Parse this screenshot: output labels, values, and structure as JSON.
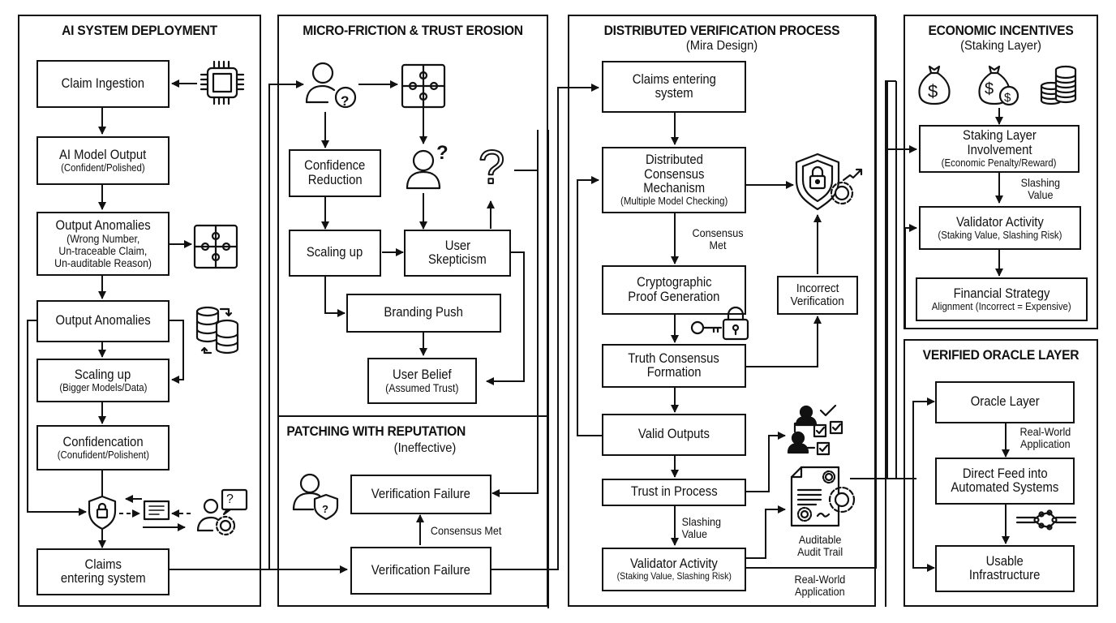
{
  "panels": {
    "ai_deployment": {
      "title": "AI SYSTEM DEPLOYMENT",
      "boxes": {
        "claim_ingestion": {
          "title": "Claim Ingestion"
        },
        "model_output": {
          "title": "AI Model Output",
          "sub": "(Confident/Polished)"
        },
        "anomalies_detail": {
          "title": "Output Anomalies",
          "sub_lines": [
            "(Wrong Number,",
            "Un-traceable Claim,",
            "Un-auditable Reason)"
          ]
        },
        "anomalies": {
          "title": "Output Anomalies"
        },
        "scaling": {
          "title": "Scaling up",
          "sub": "(Bigger Models/Data)"
        },
        "confidencation": {
          "title": "Confidencation",
          "sub": "(Conufident/Polishent)"
        },
        "claims_entering": {
          "title_lines": [
            "Claims",
            "entering system"
          ]
        }
      },
      "icons": [
        "chip-icon",
        "puzzle-icon",
        "database-sync-icon",
        "shield-lock-icon",
        "document-icon",
        "user-gear-question-icon"
      ]
    },
    "micro_friction": {
      "title": "MICRO-FRICTION & TRUST EROSION",
      "boxes": {
        "confidence_reduction": {
          "title_lines": [
            "Confidence",
            "Reduction"
          ]
        },
        "scaling": {
          "title": "Scaling up"
        },
        "user_skepticism": {
          "title_lines": [
            "User",
            "Skepticism"
          ]
        },
        "branding_push": {
          "title": "Branding Push"
        },
        "user_belief": {
          "title": "User Belief",
          "sub": "(Assumed Trust)"
        }
      },
      "icons": [
        "user-question-icon",
        "puzzle-icon",
        "user-icon",
        "question-mark-icon"
      ]
    },
    "patching": {
      "title": "PATCHING WITH REPUTATION",
      "subtitle": "(Ineffective)",
      "boxes": {
        "verification_failure_top": {
          "title": "Verification Failure"
        },
        "verification_failure_bottom": {
          "title": "Verification Failure"
        }
      },
      "edge_labels": {
        "consensus_met": "Consensus Met"
      },
      "icons": [
        "user-shield-icon"
      ]
    },
    "distributed": {
      "title": "DISTRIBUTED VERIFICATION PROCESS",
      "subtitle": "(Mira Design)",
      "boxes": {
        "claims_entering": {
          "title_lines": [
            "Claims entering",
            "system"
          ]
        },
        "consensus_mechanism": {
          "title_lines": [
            "Distributed",
            "Consensus",
            "Mechanism"
          ],
          "sub": "(Multiple Model Checking)"
        },
        "crypto_proof": {
          "title_lines": [
            "Cryptographic",
            "Proof Generation"
          ]
        },
        "incorrect_verification": {
          "title_lines": [
            "Incorrect",
            "Verification"
          ]
        },
        "truth_consensus": {
          "title_lines": [
            "Truth Consensus",
            "Formation"
          ]
        },
        "valid_outputs": {
          "title": "Valid Outputs"
        },
        "trust_in_process": {
          "title": "Trust in Process"
        },
        "validator_activity": {
          "title": "Validator Activity",
          "sub": "(Staking Value, Slashing Risk)"
        }
      },
      "edge_labels": {
        "consensus_met": [
          "Consensus",
          "Met"
        ],
        "slashing_value": [
          "Slashing",
          "Value"
        ],
        "audit_trail": [
          "Auditable",
          "Audit Trail"
        ],
        "real_world": [
          "Real-World",
          "Application"
        ]
      },
      "icons": [
        "shield-lock-gear-icon",
        "key-lock-icon",
        "team-checklist-icon",
        "audit-document-gear-icon"
      ]
    },
    "economic": {
      "title": "ECONOMIC INCENTIVES",
      "subtitle": "(Staking Layer)",
      "boxes": {
        "staking_involvement": {
          "title_lines": [
            "Staking Layer",
            "Involvement"
          ],
          "sub": "(Economic Penalty/Reward)"
        },
        "validator_activity": {
          "title": "Validator Activity",
          "sub": "(Staking Value, Slashing Risk)"
        },
        "financial_strategy": {
          "title": "Financial Strategy",
          "sub": "Alignment (Incorrect = Expensive)"
        }
      },
      "edge_labels": {
        "slashing_value": [
          "Slashing",
          "Value"
        ]
      },
      "icons": [
        "money-bag-icon",
        "money-bag-coin-icon",
        "coin-stack-icon"
      ]
    },
    "oracle": {
      "title": "VERIFIED ORACLE LAYER",
      "boxes": {
        "oracle_layer": {
          "title": "Oracle Layer"
        },
        "direct_feed": {
          "title_lines": [
            "Direct Feed into",
            "Automated Systems"
          ]
        },
        "usable_infra": {
          "title_lines": [
            "Usable",
            "Infrastructure"
          ]
        }
      },
      "edge_labels": {
        "real_world": [
          "Real-World",
          "Application"
        ]
      },
      "icons": [
        "circuit-network-icon"
      ]
    }
  }
}
